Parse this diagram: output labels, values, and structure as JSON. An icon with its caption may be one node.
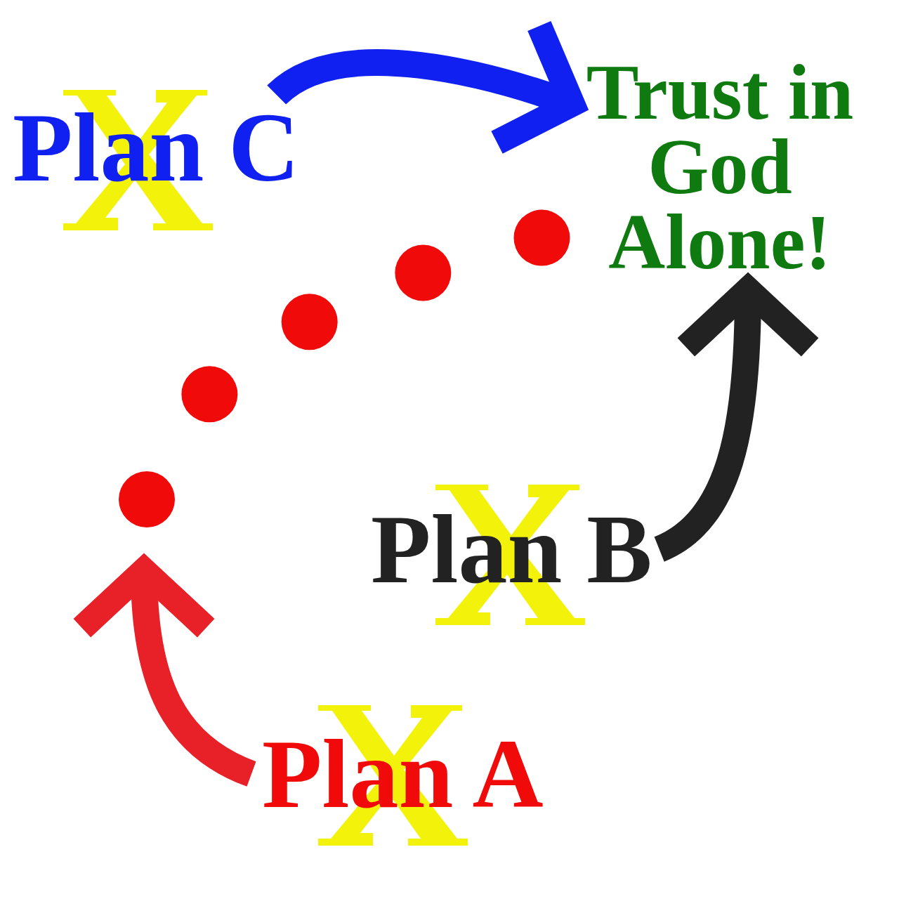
{
  "diagram": {
    "nodes": [
      {
        "text": [
          "Plan C"
        ]
      },
      {
        "text": [
          "Trust in God Alone!"
        ]
      },
      {
        "text": [
          "Plan B"
        ]
      },
      {
        "text": [
          "Plan A"
        ]
      }
    ],
    "edges": [
      {
        "from": 0,
        "to": 1,
        "arrow": "to",
        "color": "#1020f0"
      },
      {
        "from": 2,
        "to": 1,
        "arrow": "to",
        "color": "#222222"
      },
      {
        "from": 3,
        "to": null,
        "arrow": "to",
        "color": "#e82028"
      },
      {
        "from": null,
        "to": 1,
        "arrow": "none",
        "style": "dashed",
        "color": "#f00a0a"
      }
    ]
  }
}
